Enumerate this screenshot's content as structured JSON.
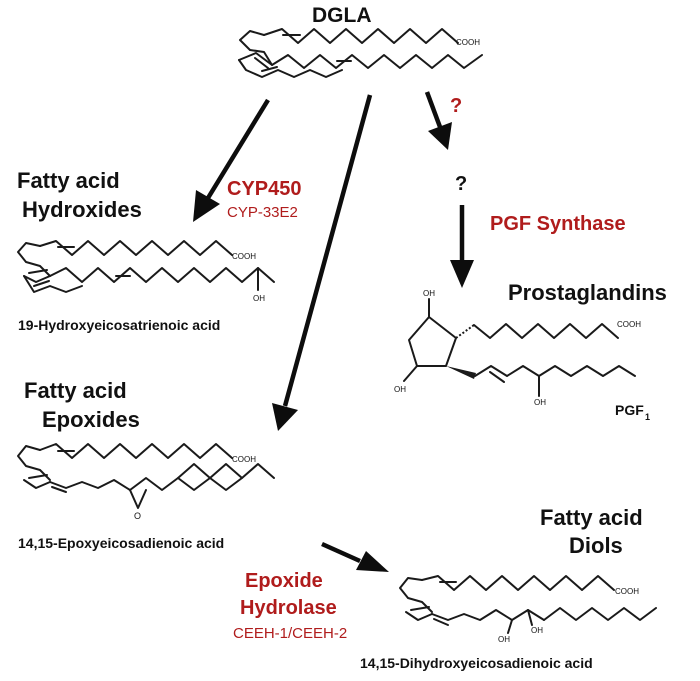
{
  "colors": {
    "ink": "#111111",
    "enzyme": "#b01c1c"
  },
  "root": {
    "label": "DGLA"
  },
  "branches": {
    "hydroxides": {
      "title_line1": "Fatty acid",
      "title_line2": "Hydroxides",
      "enzyme": "CYP450",
      "enzyme_sub": "CYP-33E2",
      "compound": "19-Hydroxyeicosatrienoic acid"
    },
    "epoxides": {
      "title_line1": "Fatty acid",
      "title_line2": "Epoxides",
      "compound": "14,15-Epoxyeicosadienoic acid"
    },
    "prostaglandins": {
      "unknown_enzyme": "?",
      "intermediate": "?",
      "enzyme": "PGF Synthase",
      "title": "Prostaglandins",
      "compound_prefix": "PGF",
      "compound_subscript": "1"
    },
    "diols": {
      "enzyme_line1": "Epoxide",
      "enzyme_line2": "Hydrolase",
      "enzyme_sub": "CEEH-1/CEEH-2",
      "title_line1": "Fatty acid",
      "title_line2": "Diols",
      "compound": "14,15-Dihydroxyeicosadienoic acid"
    }
  },
  "atoms": {
    "cooh": "COOH",
    "oh": "OH",
    "o": "O"
  }
}
